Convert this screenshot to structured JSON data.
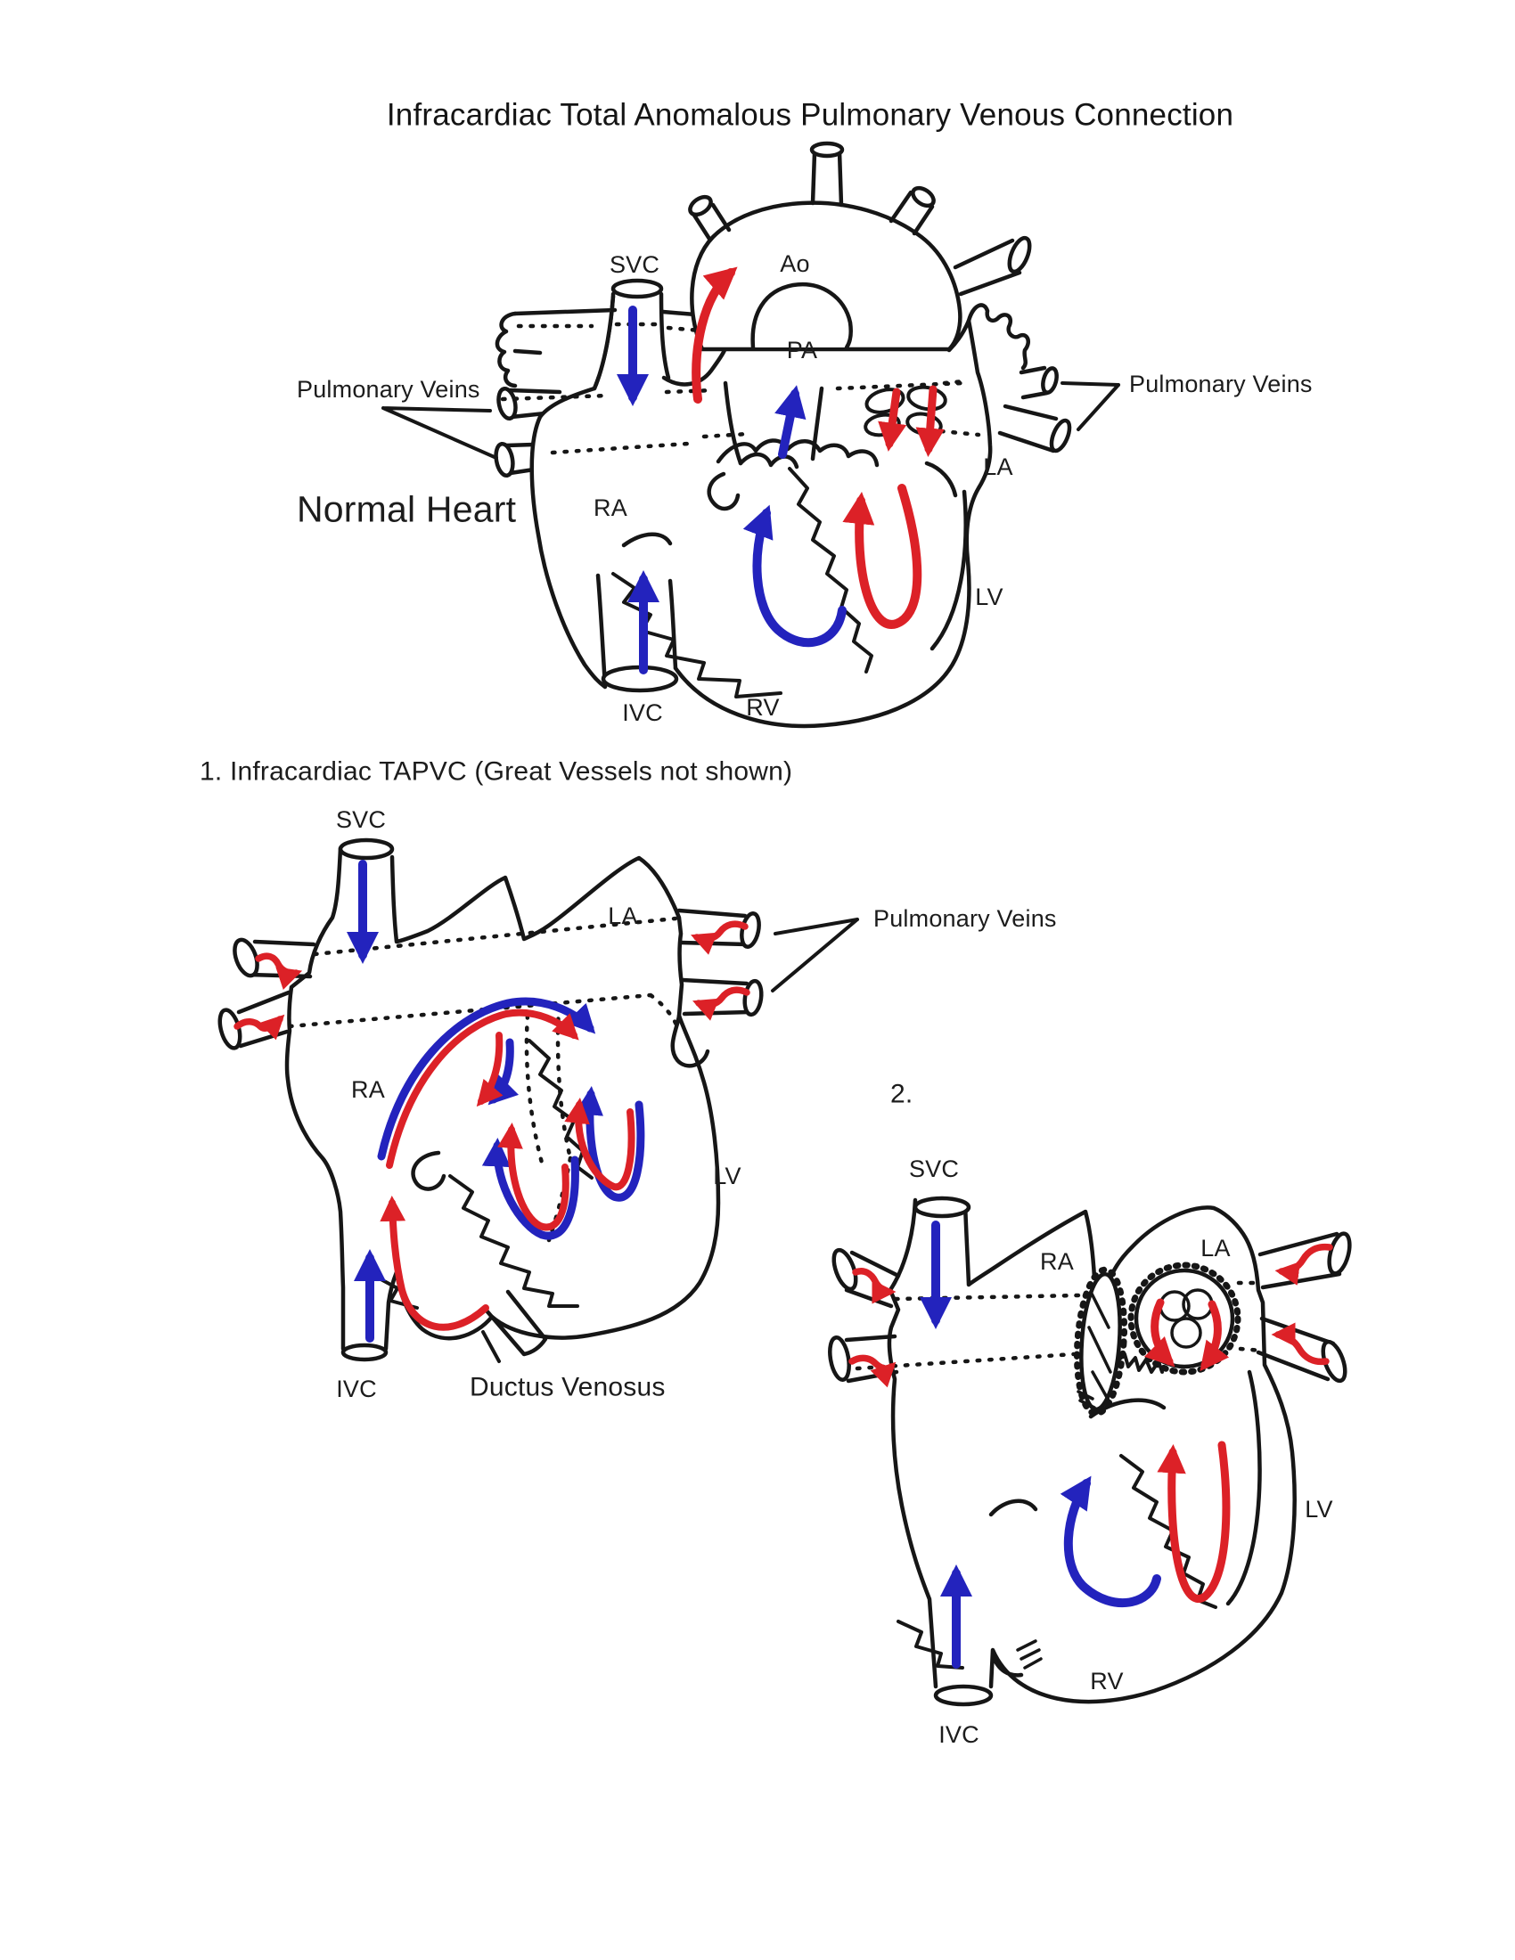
{
  "title": "Infracardiac Total Anomalous Pulmonary Venous Connection",
  "colors": {
    "outline": "#161616",
    "oxygenated_red": "#dc2127",
    "deoxygenated_blue": "#2323bd"
  },
  "normal_heart": {
    "caption": "Normal Heart",
    "labels": {
      "svc": "SVC",
      "ao": "Ao",
      "pa": "PA",
      "pulmonary_veins_left": "Pulmonary Veins",
      "pulmonary_veins_right": "Pulmonary Veins",
      "ra": "RA",
      "la": "LA",
      "lv": "LV",
      "rv": "RV",
      "ivc": "IVC"
    }
  },
  "figure_1": {
    "caption": "1. Infracardiac TAPVC (Great Vessels not shown)",
    "labels": {
      "svc": "SVC",
      "la": "LA",
      "pulmonary_veins": "Pulmonary Veins",
      "ra": "RA",
      "lv": "LV",
      "ivc": "IVC",
      "ductus_venosus": "Ductus Venosus"
    }
  },
  "figure_2": {
    "caption": "2.",
    "labels": {
      "svc": "SVC",
      "ra": "RA",
      "la": "LA",
      "lv": "LV",
      "rv": "RV",
      "ivc": "IVC"
    }
  }
}
